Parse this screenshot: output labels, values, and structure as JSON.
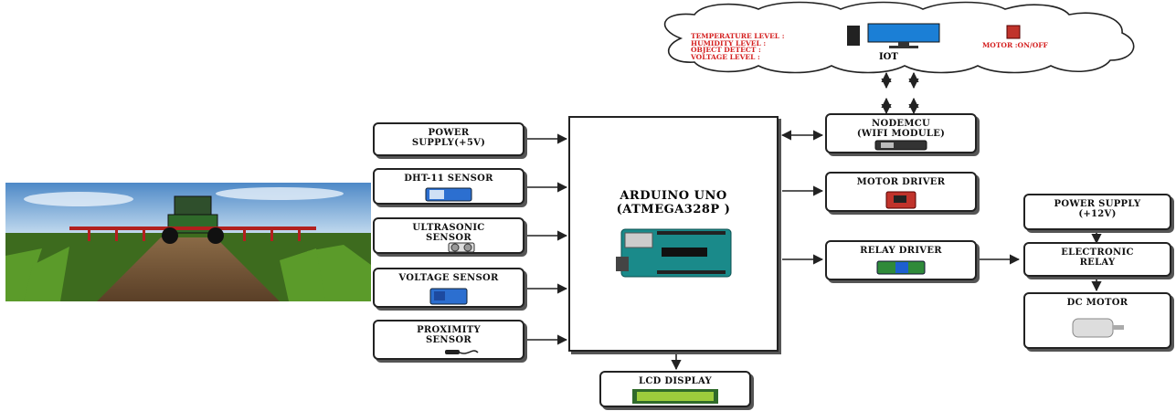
{
  "main_controller": {
    "title": "ARDUINO UNO\n(ATMEGA328P )"
  },
  "inputs": [
    {
      "label": "POWER\nSUPPLY(+5V)"
    },
    {
      "label": "DHT-11 SENSOR"
    },
    {
      "label": "ULTRASONIC\nSENSOR"
    },
    {
      "label": "VOLTAGE SENSOR"
    },
    {
      "label": "PROXIMITY\nSENSOR"
    }
  ],
  "outputs": [
    {
      "label": "NODEMCU\n(WIFI MODULE)"
    },
    {
      "label": "MOTOR DRIVER"
    },
    {
      "label": "RELAY DRIVER"
    }
  ],
  "lcd": {
    "label": "LCD DISPLAY"
  },
  "relay_chain": [
    {
      "label": "POWER SUPPLY\n(+12V)"
    },
    {
      "label": "ELECTRONIC\nRELAY"
    },
    {
      "label": "DC MOTOR"
    }
  ],
  "iot_cloud": {
    "parameters": "TEMPERATURE LEVEL  :\nHUMIDITY  LEVEL    :\nOBJECT DETECT       :\nVOLTAGE LEVEL       :",
    "label": "IOT",
    "motor_control": "MOTOR :ON/OFF"
  },
  "colors": {
    "line": "#222222",
    "cloud_text": "#d42020",
    "lcd_green": "#9ccc3c",
    "arduino_teal": "#1a8a8a",
    "sensor_blue": "#2c6fd0"
  }
}
